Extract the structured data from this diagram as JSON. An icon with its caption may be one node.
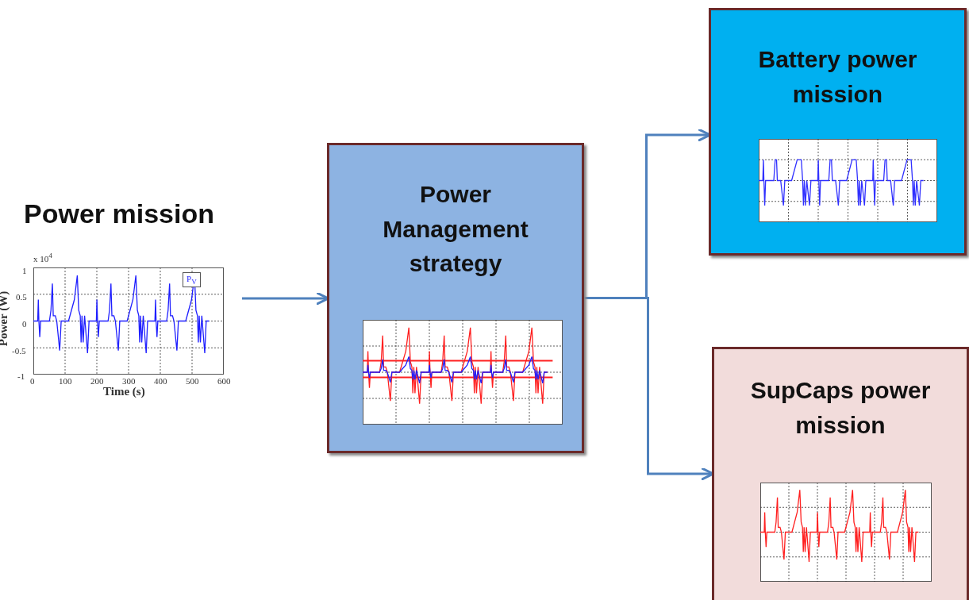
{
  "diagram": {
    "nodes": [
      {
        "text": [
          "Power mission"
        ]
      },
      {
        "text": [
          "Power Management strategy"
        ]
      },
      {
        "text": [
          "Battery power mission"
        ]
      },
      {
        "text": [
          "SupCaps power mission"
        ]
      }
    ],
    "edges": [
      {
        "from": 0,
        "to": 1,
        "arrow": "to"
      },
      {
        "from": 1,
        "to": 2,
        "arrow": "to"
      },
      {
        "from": 1,
        "to": 3,
        "arrow": "to"
      }
    ],
    "labels": [
      "x 10$^{4}$",
      "P$_{V}$",
      "1",
      "0.5",
      "0",
      "-0.5",
      "-1",
      "Power (W)",
      "0",
      "100",
      "200",
      "300",
      "400",
      "500",
      "600",
      "Time (s)"
    ]
  }
}
